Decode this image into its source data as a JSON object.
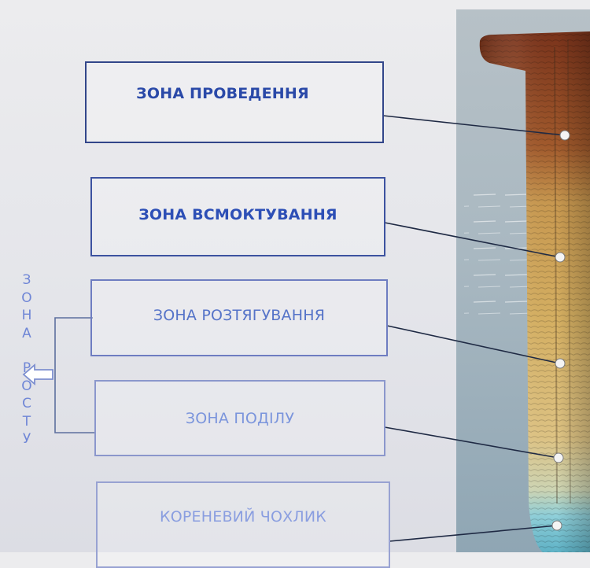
{
  "zones": [
    {
      "label": "ЗОНА ПРОВЕДЕННЯ"
    },
    {
      "label": "ЗОНА ВСМОКТУВАННЯ"
    },
    {
      "label": "ЗОНА РОЗТЯГУВАННЯ"
    },
    {
      "label": "ЗОНА ПОДІЛУ"
    },
    {
      "label": "КОРЕНЕВИЙ ЧОХЛИК"
    }
  ],
  "growth_zone": {
    "letters": [
      "З",
      "О",
      "Н",
      "А",
      "Р",
      "О",
      "С",
      "Т",
      "У"
    ]
  },
  "colors": {
    "box_border": "#3b4f92",
    "label_dark": "#2a49a8",
    "label_light": "#8a9ee0",
    "root_top": "#8a3f1c",
    "root_middle": "#d7b266",
    "root_cap": "#7fc7d3"
  }
}
